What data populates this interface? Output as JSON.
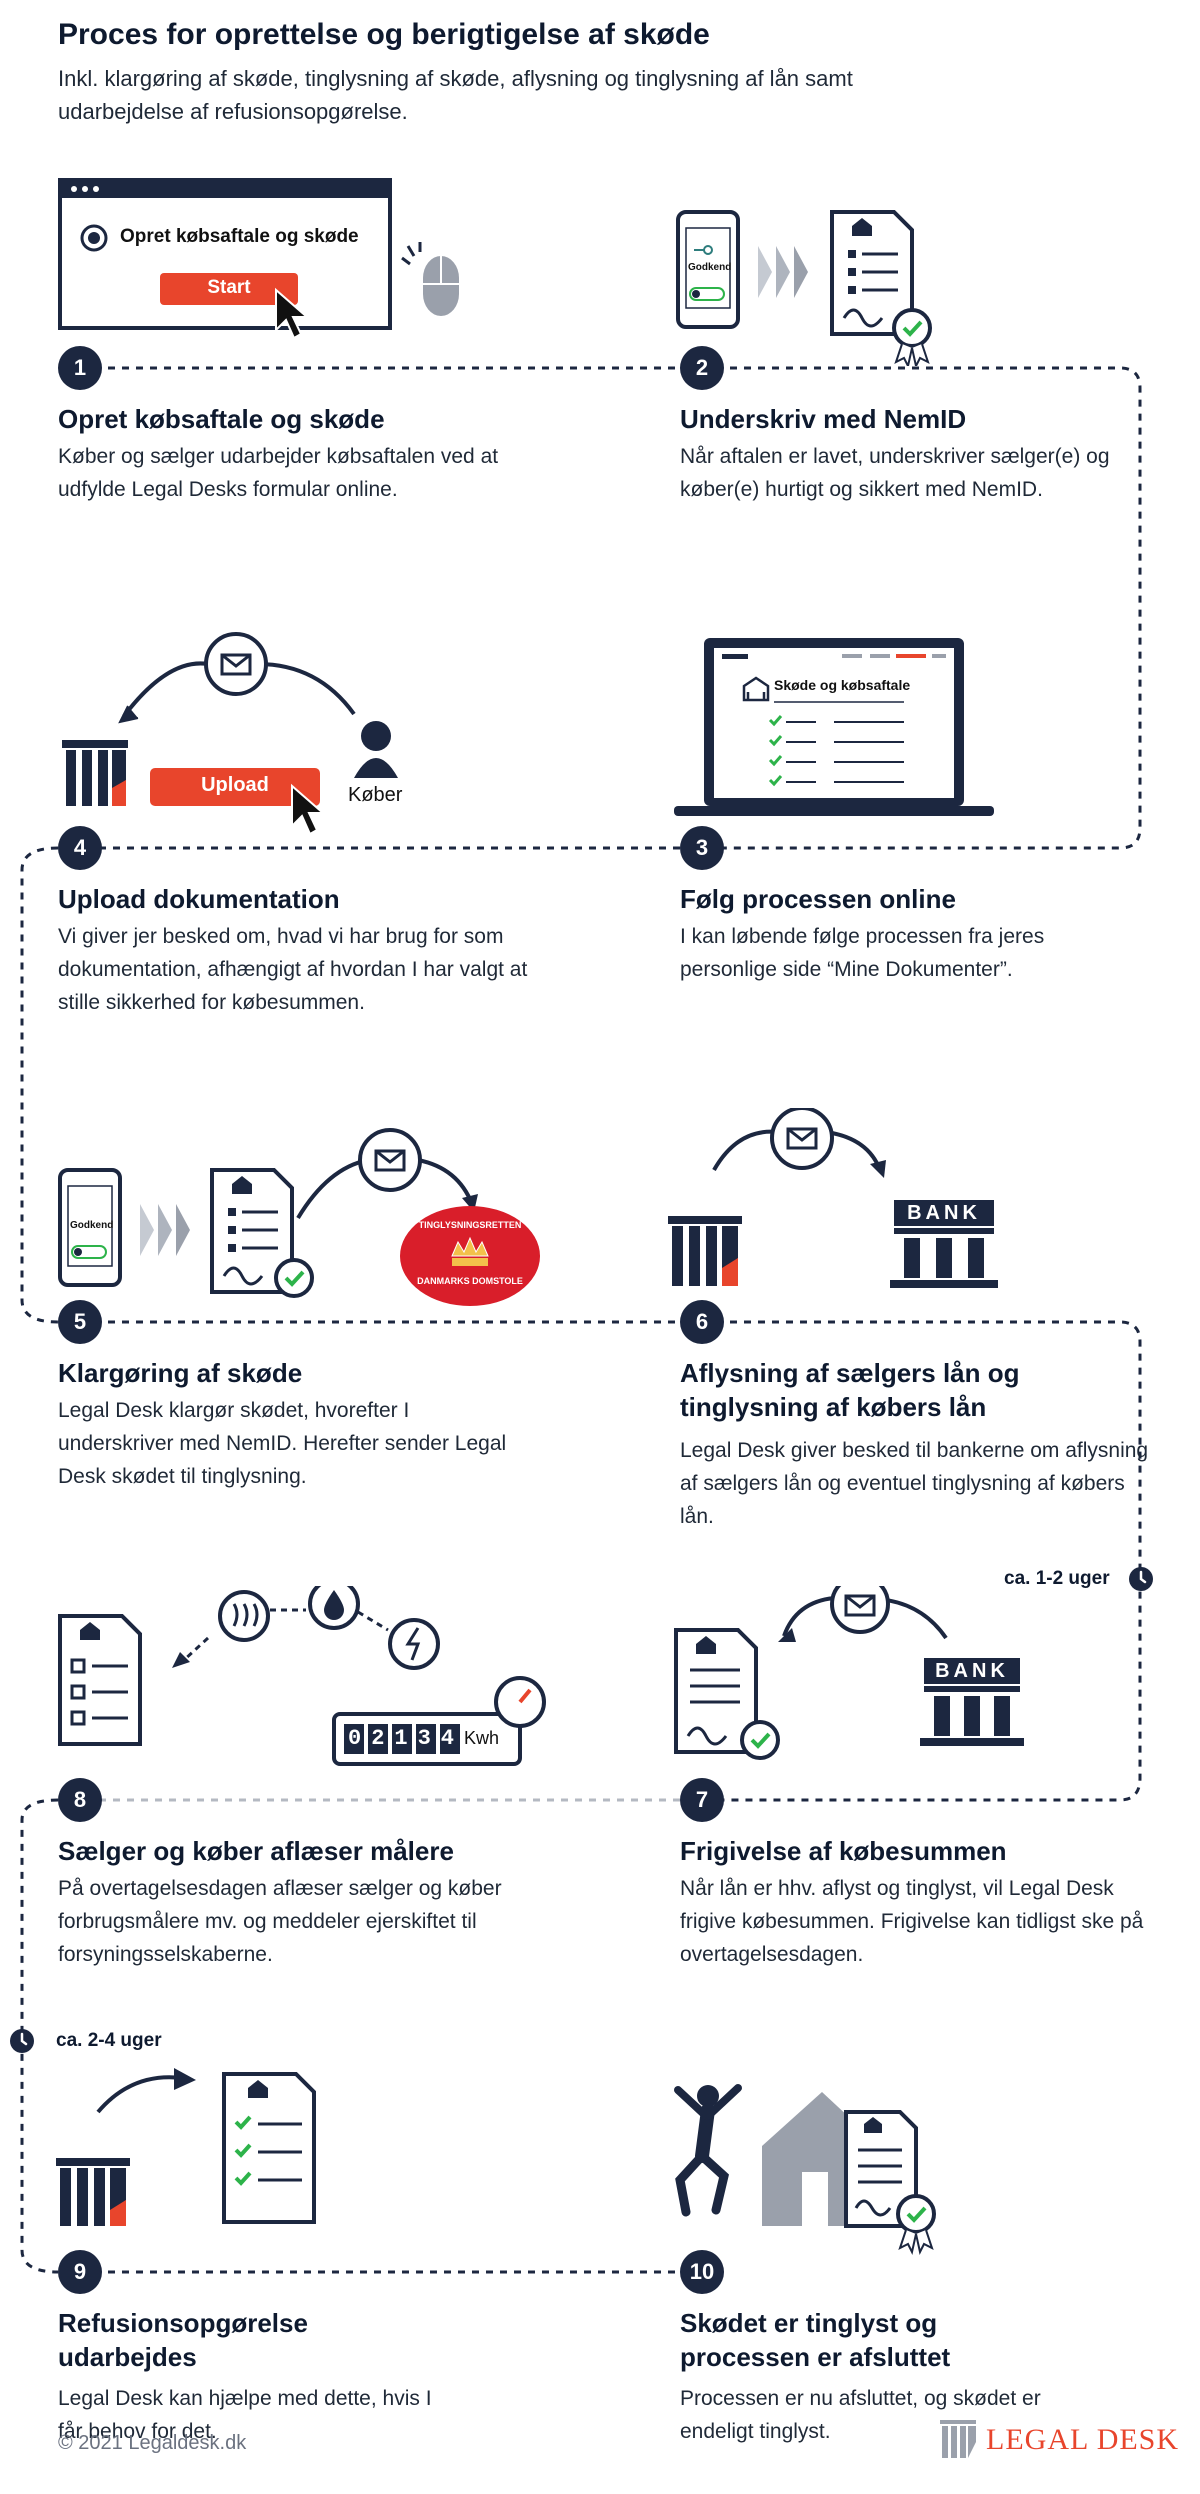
{
  "header": {
    "title": "Proces for oprettelse og berigtigelse af skøde",
    "subtitle": "Inkl. klargøring af skøde, tinglysning af skøde, aflysning og tinglysning af lån samt udarbejdelse af refusionsopgørelse."
  },
  "steps": [
    {
      "number": "1",
      "title": "Opret købsaftale og skøde",
      "text": "Køber og sælger udarbejder købsaftalen ved at udfylde Legal Desks formular online."
    },
    {
      "number": "2",
      "title": "Underskriv med NemID",
      "text": "Når aftalen er lavet, underskriver sælger(e) og køber(e) hurtigt og sikkert med NemID."
    },
    {
      "number": "3",
      "title": "Følg processen online",
      "text": "I kan løbende følge processen fra jeres personlige side “Mine Dokumenter”."
    },
    {
      "number": "4",
      "title": "Upload dokumentation",
      "text": "Vi giver jer besked om, hvad vi har brug for som dokumentation, afhængigt af hvordan I har valgt at stille sikkerhed for købesummen."
    },
    {
      "number": "5",
      "title": "Klargøring af skøde",
      "text": "Legal Desk klargør skødet, hvorefter I underskriver med NemID. Herefter sender Legal Desk skødet til tinglysning."
    },
    {
      "number": "6",
      "title": "Aflysning af sælgers lån og tinglysning af købers lån",
      "text": "Legal Desk giver besked til bankerne om aflysning af sælgers lån og eventuel tinglysning af købers lån."
    },
    {
      "number": "7",
      "title": "Frigivelse af købesummen",
      "text": "Når lån er hhv. aflyst og tinglyst, vil Legal Desk frigive købesummen. Frigivelse kan tidligst ske på overtagelsesdagen."
    },
    {
      "number": "8",
      "title": "Sælger og køber aflæser målere",
      "text": "På overtagelsesdagen aflæser sælger og køber forbrugsmålere mv. og meddeler ejerskiftet til forsyningsselskaberne."
    },
    {
      "number": "9",
      "title": "Refusionsopgørelse udarbejdes",
      "text": "Legal Desk kan hjælpe med dette, hvis I får behov for det."
    },
    {
      "number": "10",
      "title": "Skødet er tinglyst og processen er afsluttet",
      "text": "Processen er nu afsluttet, og skødet er endeligt tinglyst."
    }
  ],
  "illustrations": {
    "form_label": "Opret købsaftale og skøde",
    "start_button": "Start",
    "phone_label": "Godkend",
    "laptop_heading": "Skøde og købsaftale",
    "upload_button": "Upload",
    "buyer_label": "Køber",
    "bank_label": "BANK",
    "seal_top": "TINGLYSNINGSRETTEN",
    "seal_bottom": "DANMARKS DOMSTOLE",
    "meter_digits": "02134",
    "meter_unit": "Kwh"
  },
  "durations": {
    "d1": "ca. 1-2 uger",
    "d2": "ca. 2-4 uger"
  },
  "footer": {
    "copyright": "© 2021 Legaldesk.dk",
    "brand": "LEGAL DESK"
  },
  "colors": {
    "navy": "#1c2740",
    "accent": "#e8452c",
    "grey": "#9aa0ab",
    "green": "#2db34a"
  }
}
